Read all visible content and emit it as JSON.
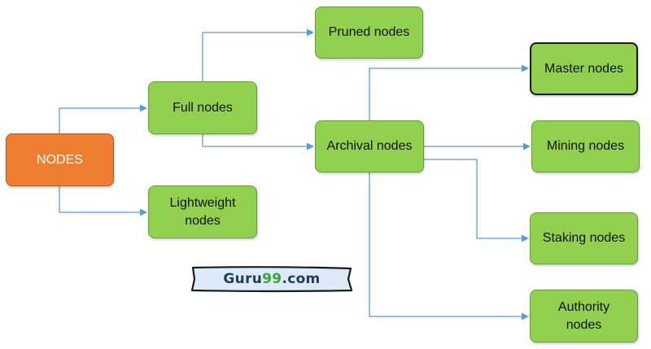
{
  "diagram": {
    "nodes": {
      "root": "NODES",
      "full": "Full nodes",
      "lightweight_line1": "Lightweight",
      "lightweight_line2": "nodes",
      "pruned": "Pruned nodes",
      "archival": "Archival nodes",
      "master": "Master nodes",
      "mining": "Mining nodes",
      "staking": "Staking nodes",
      "authority_line1": "Authority",
      "authority_line2": "nodes"
    },
    "colors": {
      "root_fill": "#ed7d31",
      "node_fill": "#92d050",
      "connector": "#5b9bd5"
    }
  },
  "logo": {
    "prefix": "Guru",
    "highlight": "99",
    "suffix": ".com"
  }
}
